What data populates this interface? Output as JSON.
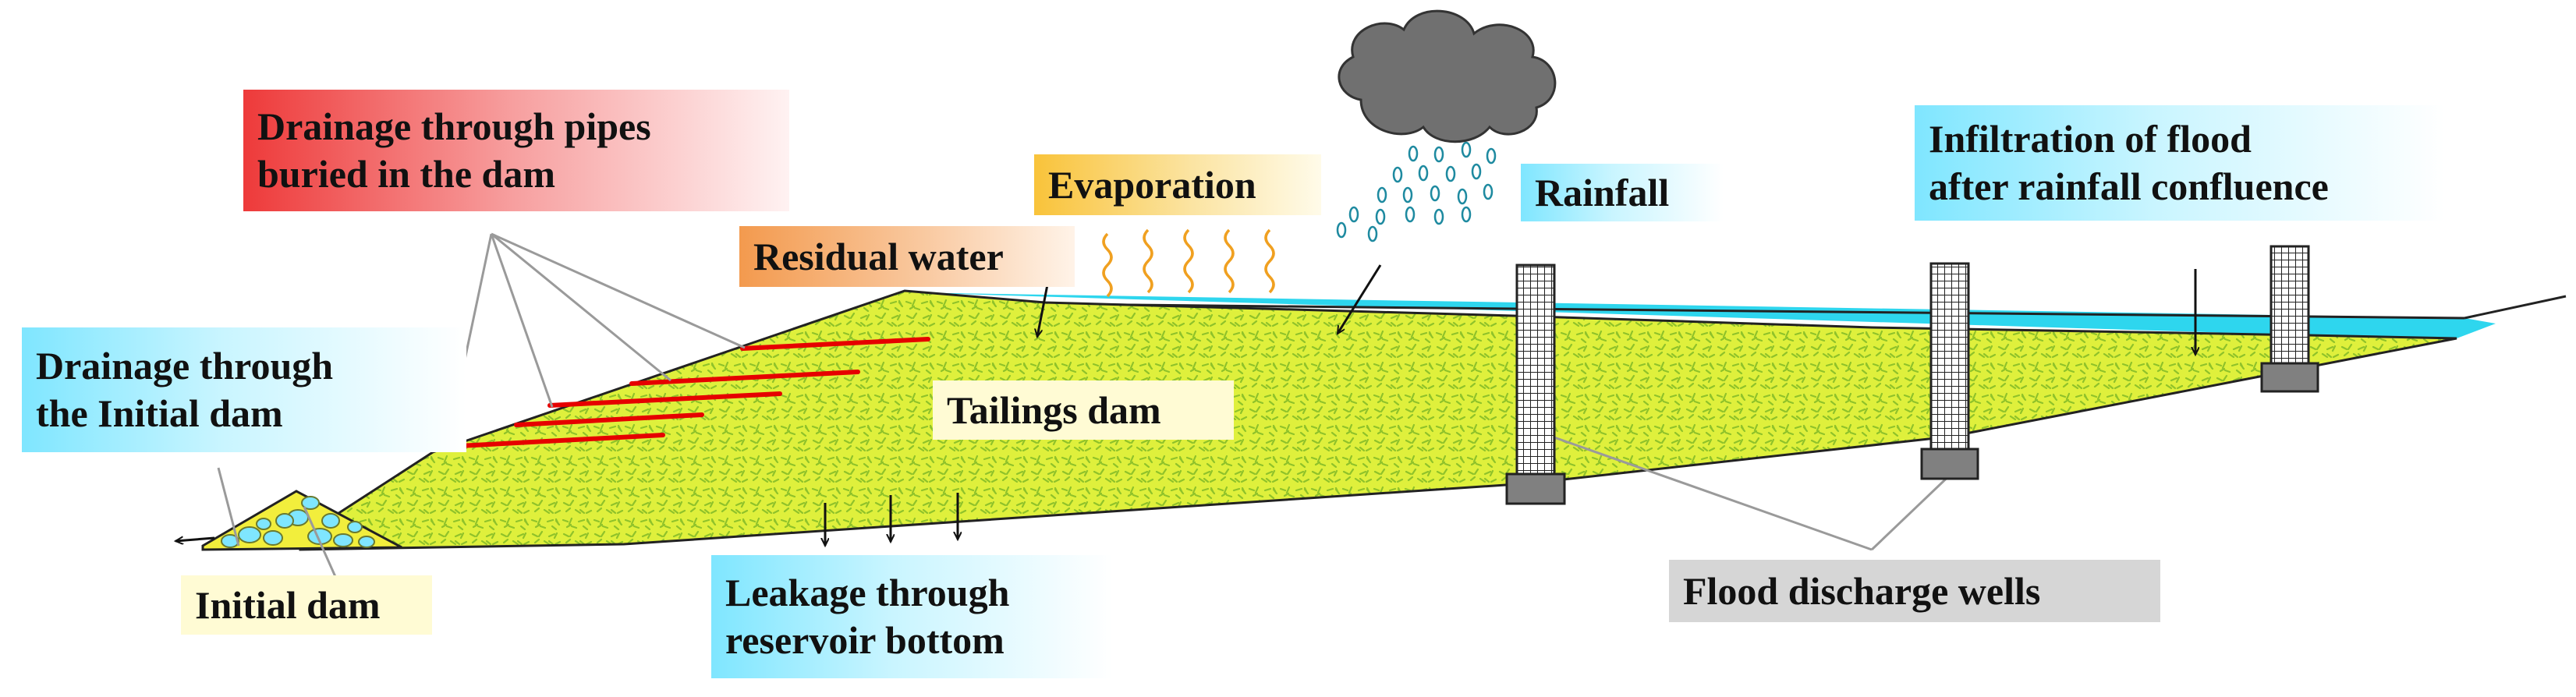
{
  "labels": {
    "drainage_pipes": "Drainage through pipes\nburied in the dam",
    "evaporation": "Evaporation",
    "rainfall": "Rainfall",
    "infiltration": "Infiltration of flood\nafter rainfall confluence",
    "residual_water": "Residual water",
    "drainage_initial": "Drainage through\nthe Initial dam",
    "tailings_dam": "Tailings dam",
    "initial_dam": "Initial dam",
    "leakage": "Leakage through\nreservoir bottom",
    "flood_wells": "Flood discharge wells"
  },
  "colors": {
    "tailings_fill": "#dff03c",
    "tailings_speckle": "#8fc22a",
    "water": "#2ed6ee",
    "initial_dam_fill": "#f2ee3c",
    "stone_fill": "#7fe6ff",
    "drain_pipe": "#e60000",
    "evaporation_wave": "#f0a020",
    "well_grid": "#222222",
    "well_base": "#808080",
    "cloud_dark": "#707070",
    "raindrop": "#1e8aa0"
  },
  "icons": {
    "cloud": "rain-cloud-icon",
    "raindrop": "raindrop-icon",
    "evaporation": "heat-wave-icon"
  }
}
